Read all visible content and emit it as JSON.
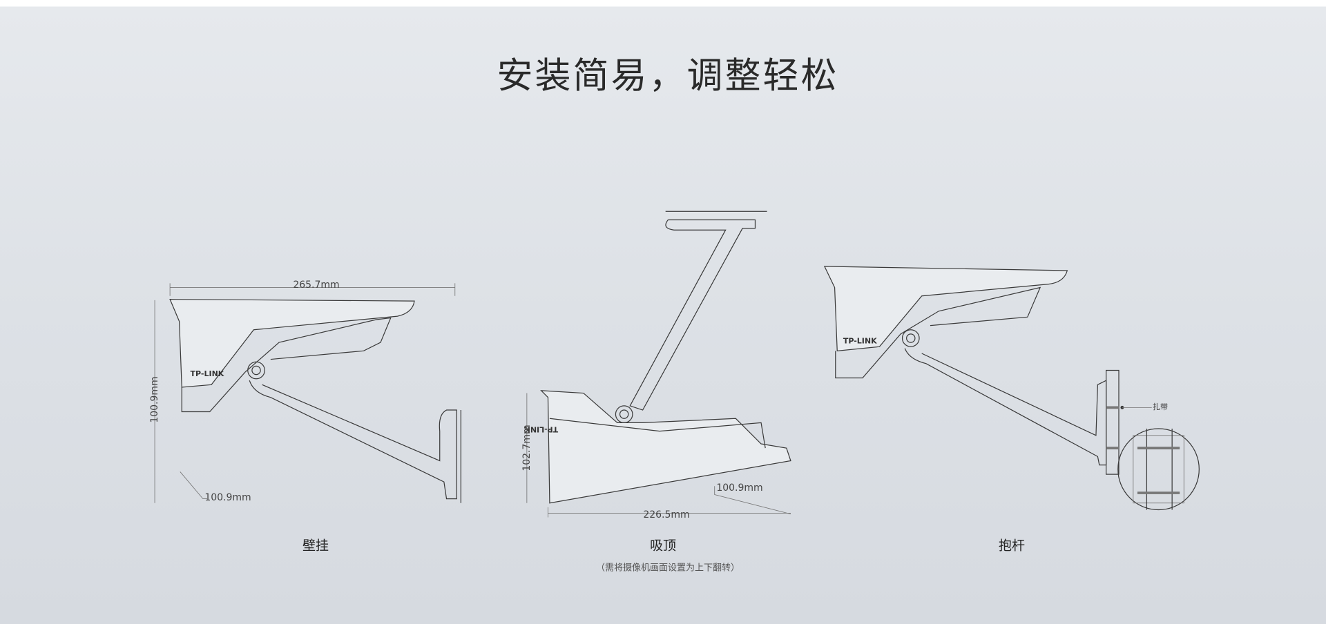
{
  "title": "安装简易，调整轻松",
  "mounts": [
    {
      "label": "壁挂",
      "dims": {
        "width": "265.7mm",
        "height": "100.9mm",
        "depth": "100.9mm"
      },
      "logo": "TP-LINK"
    },
    {
      "label": "吸顶",
      "note": "（需将摄像机画面设置为上下翻转）",
      "dims": {
        "height": "102.7mm",
        "depth": "100.9mm",
        "width": "226.5mm"
      },
      "logo": "TP-LINK"
    },
    {
      "label": "抱杆",
      "callout": "扎带",
      "logo": "TP-LINK"
    }
  ]
}
